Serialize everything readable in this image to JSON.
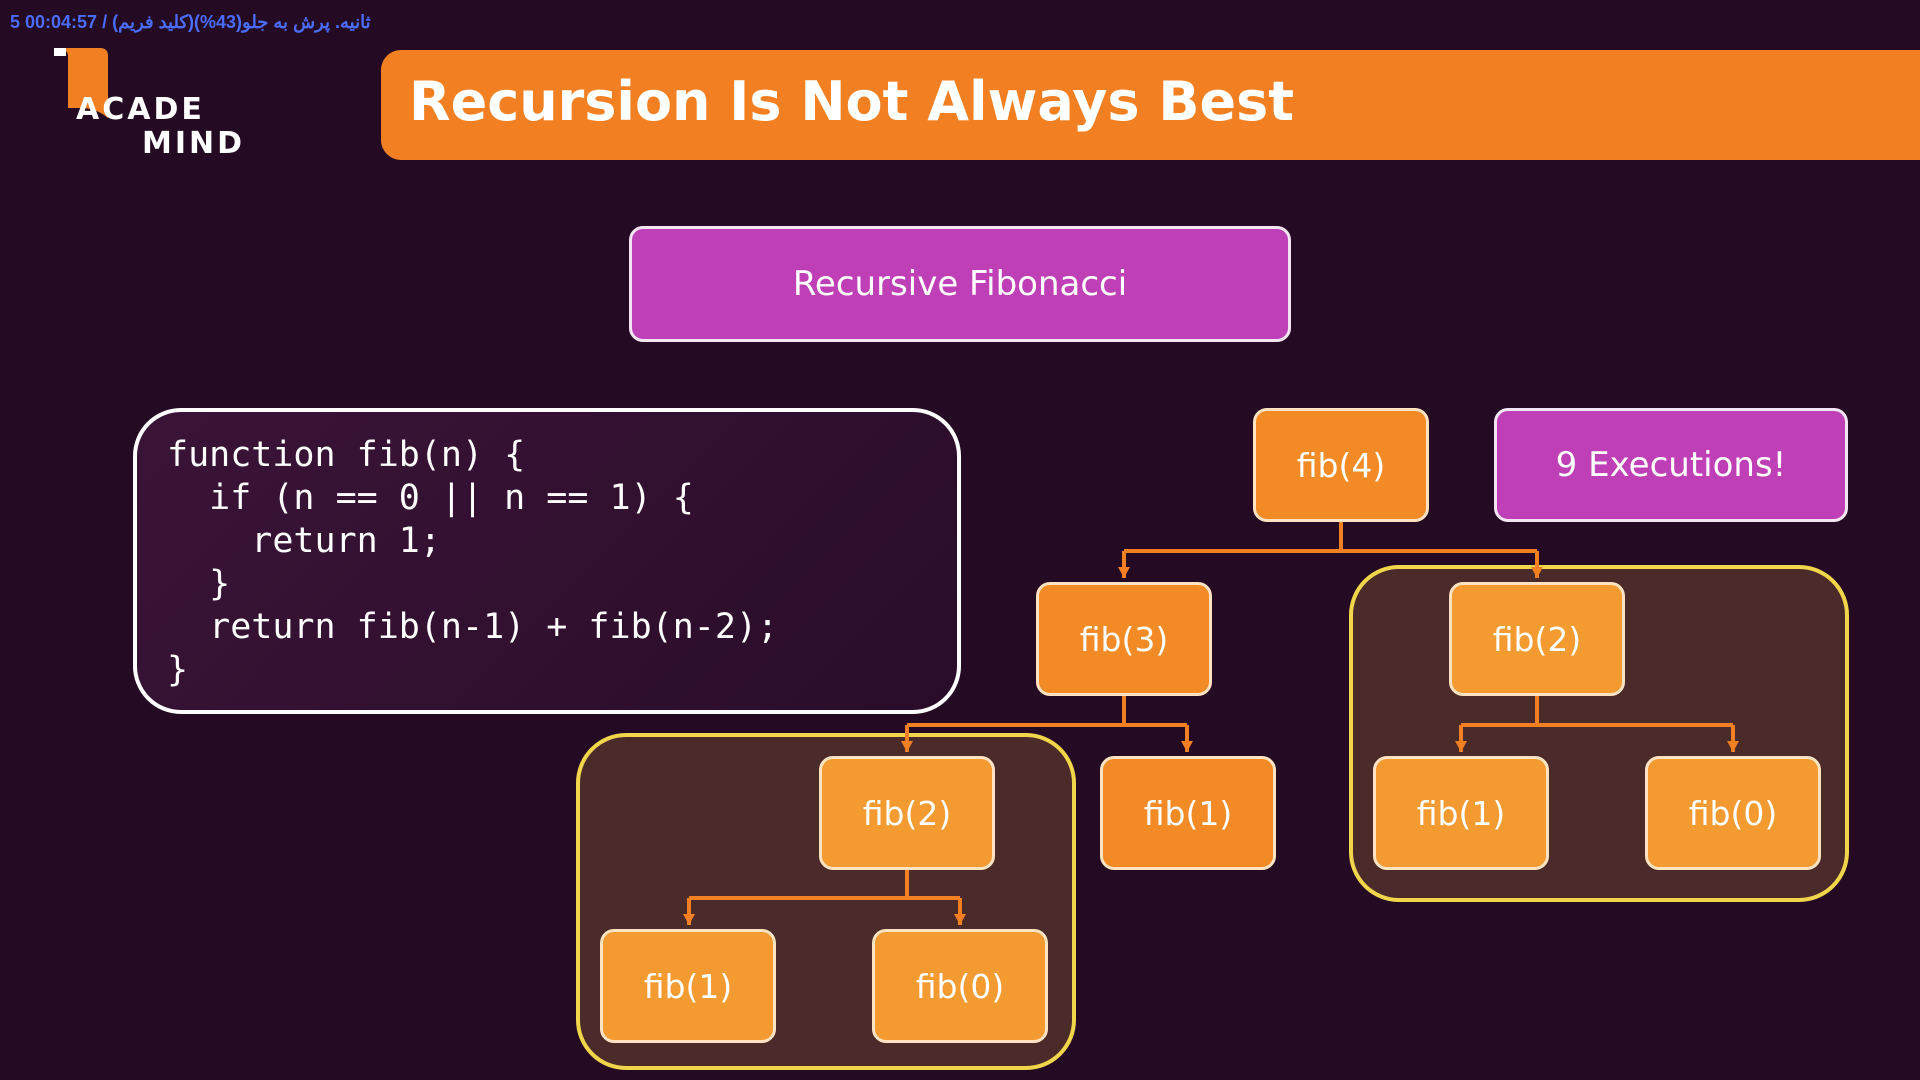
{
  "overlay": {
    "text": "5 00:04:57 / (کلید فریم)ثانیه. پرش به جلو(43%)"
  },
  "logo": {
    "line1": "ACADE",
    "line2": "MIND"
  },
  "header": {
    "title": "Recursion Is Not Always Best"
  },
  "diagram": {
    "heading": "Recursive Fibonacci",
    "executions_label": "9 Executions!",
    "code_lines": [
      "function fib(n) {",
      "  if (n == 0 || n == 1) {",
      "    return 1;",
      "  }",
      "  return fib(n-1) + fib(n-2);",
      "}"
    ],
    "nodes": {
      "root": "fib(4)",
      "left": "fib(3)",
      "right": "fib(2)",
      "left_left": "fib(2)",
      "left_right": "fib(1)",
      "left_left_left": "fib(1)",
      "left_left_right": "fib(0)",
      "right_left": "fib(1)",
      "right_right": "fib(0)"
    }
  },
  "colors": {
    "background": "#240a22",
    "accent_orange": "#f28022",
    "accent_purple": "#bf3fb6",
    "highlight_yellow": "#f1d54a"
  }
}
